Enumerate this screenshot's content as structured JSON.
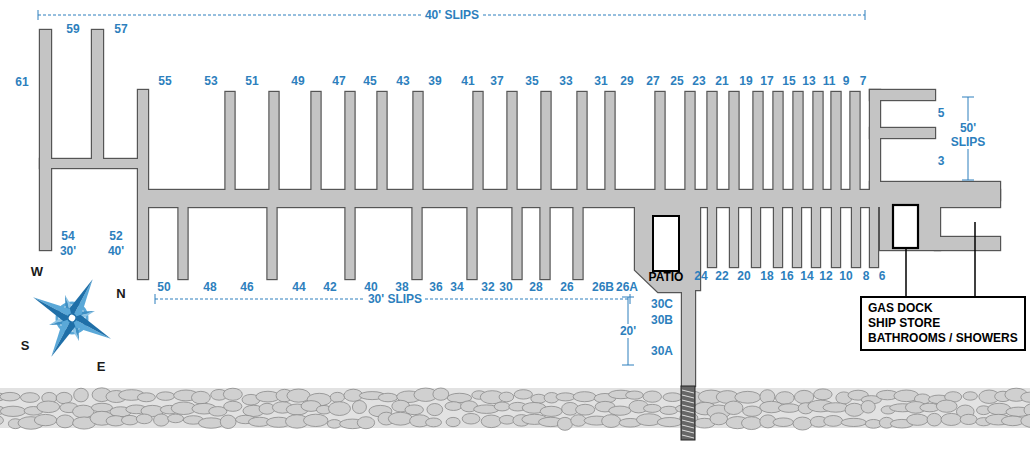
{
  "diagram": {
    "nodes": [
      {
        "text": [
          "PATIO"
        ]
      },
      {
        "text": [
          "GAS DOCK",
          "SHIP STORE",
          "BATHROOMS / SHOWERS"
        ]
      }
    ],
    "labels": [
      "40' SLIPS",
      "59",
      "57",
      "61",
      "55",
      "53",
      "51",
      "49",
      "47",
      "45",
      "43",
      "39",
      "41",
      "37",
      "35",
      "33",
      "31",
      "29",
      "27",
      "25",
      "23",
      "21",
      "19",
      "17",
      "15",
      "13",
      "11",
      "9",
      "7",
      "5",
      "50' SLIPS",
      "3",
      "54",
      "30'",
      "52",
      "40'",
      "24",
      "22",
      "20",
      "18",
      "16",
      "14",
      "12",
      "10",
      "8",
      "6",
      "50",
      "48",
      "46",
      "44",
      "42",
      "40",
      "38",
      "36",
      "34",
      "32",
      "30",
      "28",
      "26",
      "26B",
      "26A",
      "30' SLIPS",
      "30C",
      "30B",
      "20'",
      "30A",
      "W",
      "N",
      "S",
      "E"
    ]
  }
}
